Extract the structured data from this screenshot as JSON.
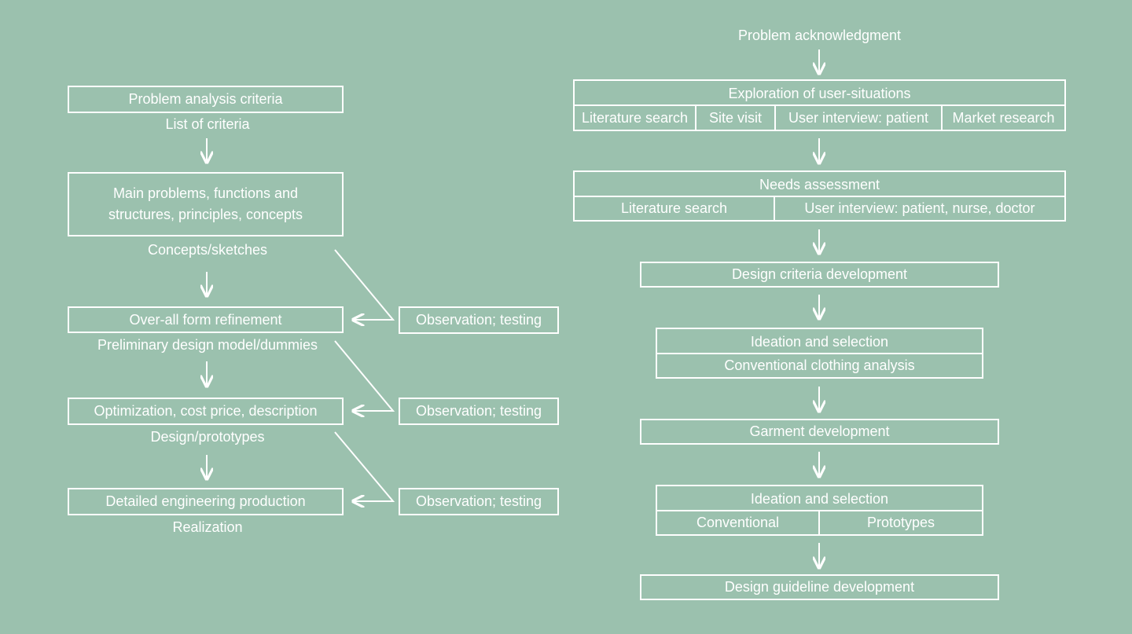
{
  "left": {
    "b1": "Problem analysis criteria",
    "l1": "List of criteria",
    "b2a": "Main problems, functions and",
    "b2b": "structures, principles, concepts",
    "l2": "Concepts/sketches",
    "b3": "Over-all form refinement",
    "l3": "Preliminary design model/dummies",
    "b4": "Optimization, cost price, description",
    "l4": "Design/prototypes",
    "b5": "Detailed engineering production",
    "l5": "Realization",
    "obs": [
      "Observation; testing",
      "Observation; testing",
      "Observation; testing"
    ]
  },
  "right": {
    "start": "Problem acknowledgment",
    "explore": {
      "title": "Exploration of user-situations",
      "cells": [
        "Literature search",
        "Site visit",
        "User interview: patient",
        "Market research"
      ]
    },
    "needs": {
      "title": "Needs assessment",
      "cells": [
        "Literature search",
        "User interview: patient, nurse, doctor"
      ]
    },
    "criteria": "Design criteria development",
    "ideation1": {
      "title": "Ideation and selection",
      "sub": "Conventional clothing analysis"
    },
    "garment": "Garment development",
    "ideation2": {
      "title": "Ideation and selection",
      "cells": [
        "Conventional",
        "Prototypes"
      ]
    },
    "guideline": "Design guideline development"
  },
  "colors": {
    "background": "#9bc1ae",
    "stroke": "#ffffff"
  }
}
